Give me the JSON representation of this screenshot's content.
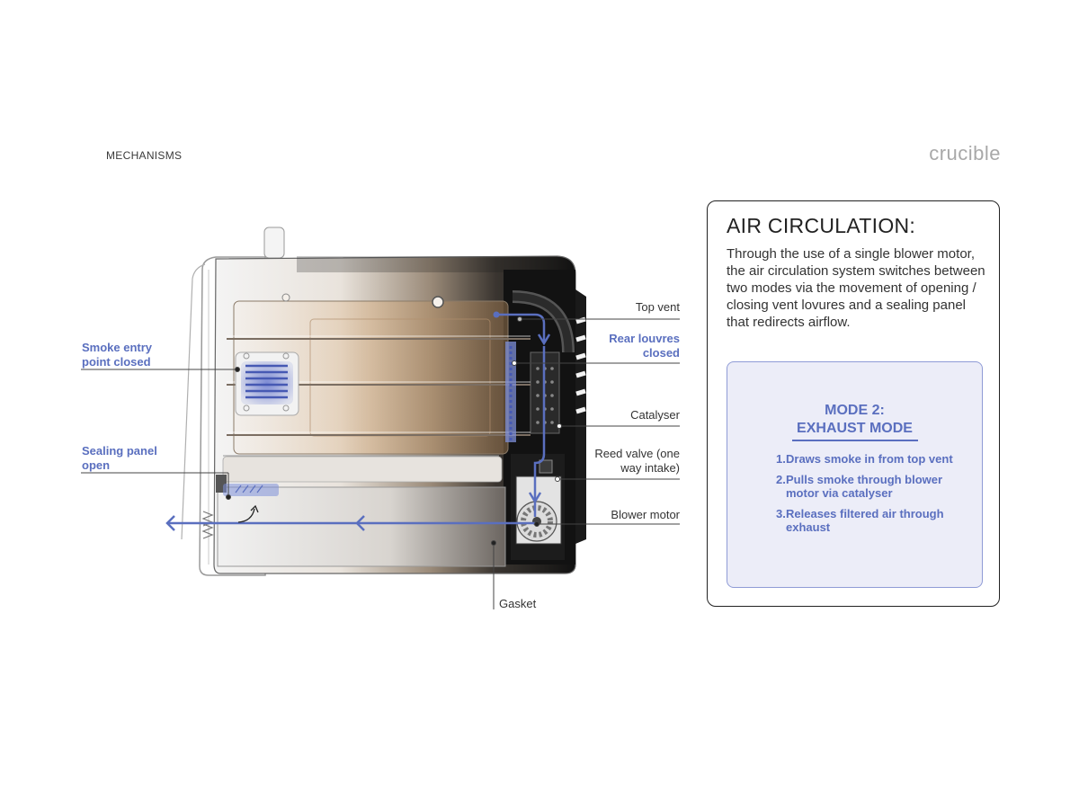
{
  "header": {
    "section": "MECHANISMS",
    "brand": "crucible"
  },
  "callouts": {
    "smoke_entry": "Smoke entry point closed",
    "sealing_panel": "Sealing panel open",
    "top_vent": "Top vent",
    "rear_louvres": "Rear louvres closed",
    "catalyser": "Catalyser",
    "reed_valve": "Reed valve (one way intake)",
    "blower_motor": "Blower motor",
    "gasket": "Gasket"
  },
  "panel": {
    "title": "AIR CIRCULATION:",
    "description": "Through the use of a single blower motor, the air circulation system switches between two modes via the movement of opening / closing vent lovures and a sealing panel that redirects airflow.",
    "mode_line1": "MODE 2:",
    "mode_line2": "EXHAUST MODE",
    "steps": [
      {
        "num": "1.",
        "text": "Draws smoke in from top vent"
      },
      {
        "num": "2.",
        "text": "Pulls smoke through blower motor via catalyser"
      },
      {
        "num": "3.",
        "text": "Releases filtered air through exhaust"
      }
    ]
  },
  "colors": {
    "accent": "#5a6fbf",
    "text": "#333333",
    "brand": "#a8a8a8"
  },
  "icons": [
    "airflow-arrow-icon",
    "rotation-arrow-icon",
    "blower-fan-icon"
  ]
}
